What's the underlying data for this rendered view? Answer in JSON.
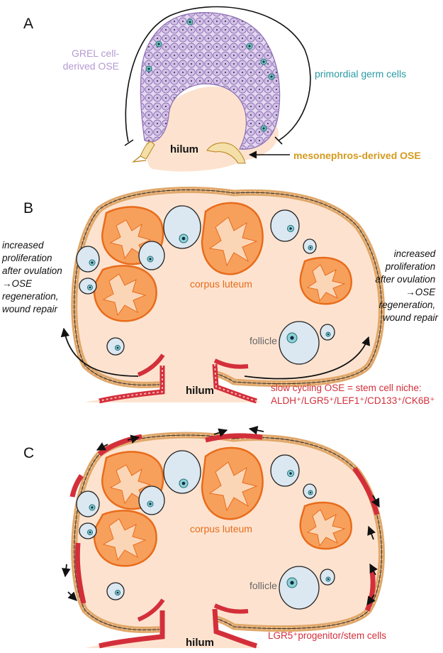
{
  "panels": {
    "a": {
      "letter": "A",
      "grel_label": [
        "GREL cell-",
        "derived OSE"
      ],
      "pgc_label": "primordial germ cells",
      "hilum": "hilum",
      "meso_label": "mesonephros-derived OSE"
    },
    "b": {
      "letter": "B",
      "left_text": [
        "increased",
        "proliferation",
        "after ovulation",
        "→OSE",
        "regeneration,",
        "wound repair"
      ],
      "right_text": [
        "increased",
        "proliferation",
        "after ovulation",
        "→OSE",
        "regeneration,",
        "wound repair"
      ],
      "corpus_luteum": "corpus luteum",
      "follicle": "follicle",
      "hilum": "hilum",
      "niche_line1": "slow cycling OSE = stem cell niche:",
      "niche_line2": "ALDH⁺/LGR5⁺/LEF1⁺/CD133⁺/CK6B⁺"
    },
    "c": {
      "letter": "C",
      "corpus_luteum": "corpus luteum",
      "follicle": "follicle",
      "hilum": "hilum",
      "lgr5_label": "LGR5⁺progenitor/stem cells"
    }
  },
  "colors": {
    "grel": "#b49ad2",
    "pgc": "#2a9aa3",
    "meso": "#d49a1e",
    "stem": "#d32f3a",
    "luteum": "#f07f2c",
    "tissue": "#fde3cf"
  }
}
